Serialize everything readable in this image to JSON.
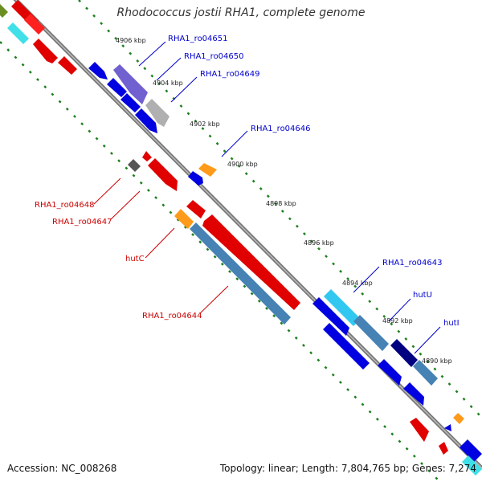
{
  "title": "Rhodococcus jostii RHA1, complete genome",
  "footer": {
    "accession_label": "Accession: NC_008268",
    "topology_label": "Topology: linear; Length: 7,804,765 bp; Genes: 7,274"
  },
  "colors": {
    "backbone": "#888888",
    "tick": "#208020",
    "forward_gene": "#0000ee",
    "reverse_gene": "#ee0000",
    "forward_label": "#0000cc",
    "reverse_label": "#cc0000"
  },
  "ruler": [
    {
      "label": "4906 kbp"
    },
    {
      "label": "4904 kbp"
    },
    {
      "label": "4902 kbp"
    },
    {
      "label": "4900 kbp"
    },
    {
      "label": "4898 kbp"
    },
    {
      "label": "4896 kbp"
    },
    {
      "label": "4894 kbp"
    },
    {
      "label": "4892 kbp"
    },
    {
      "label": "4890 kbp"
    }
  ],
  "gene_labels": [
    {
      "text": "RHA1_ro04651",
      "strand": "forward"
    },
    {
      "text": "RHA1_ro04650",
      "strand": "forward"
    },
    {
      "text": "RHA1_ro04649",
      "strand": "forward"
    },
    {
      "text": "RHA1_ro04646",
      "strand": "forward"
    },
    {
      "text": "RHA1_ro04643",
      "strand": "forward"
    },
    {
      "text": "hutU",
      "strand": "forward"
    },
    {
      "text": "hutI",
      "strand": "forward"
    },
    {
      "text": "RHA1_ro04648",
      "strand": "reverse"
    },
    {
      "text": "RHA1_ro04647",
      "strand": "reverse"
    },
    {
      "text": "hutC",
      "strand": "reverse"
    },
    {
      "text": "RHA1_ro04644",
      "strand": "reverse"
    }
  ]
}
